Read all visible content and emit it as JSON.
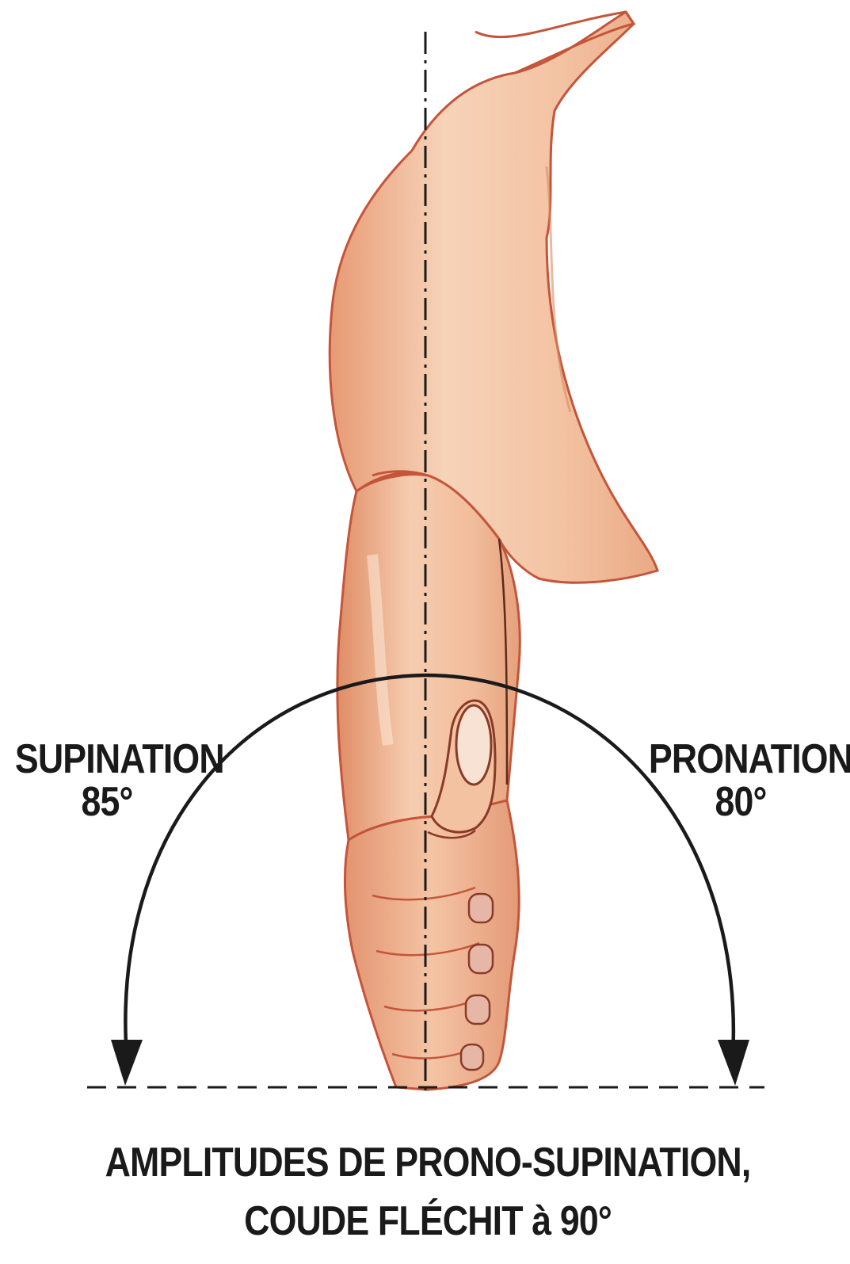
{
  "labels": {
    "supination": "SUPINATION",
    "supination_value": "85°",
    "pronation": "PRONATION",
    "pronation_value": "80°"
  },
  "caption": {
    "line1": "AMPLITUDES DE PRONO-SUPINATION,",
    "line2": "COUDE FLÉCHIT à 90°"
  },
  "colors": {
    "skin_light": "#f8d9c0",
    "skin_mid": "#efb48e",
    "skin_shadow": "#d98a63",
    "outline": "#c4553a",
    "lines": "#222222"
  }
}
